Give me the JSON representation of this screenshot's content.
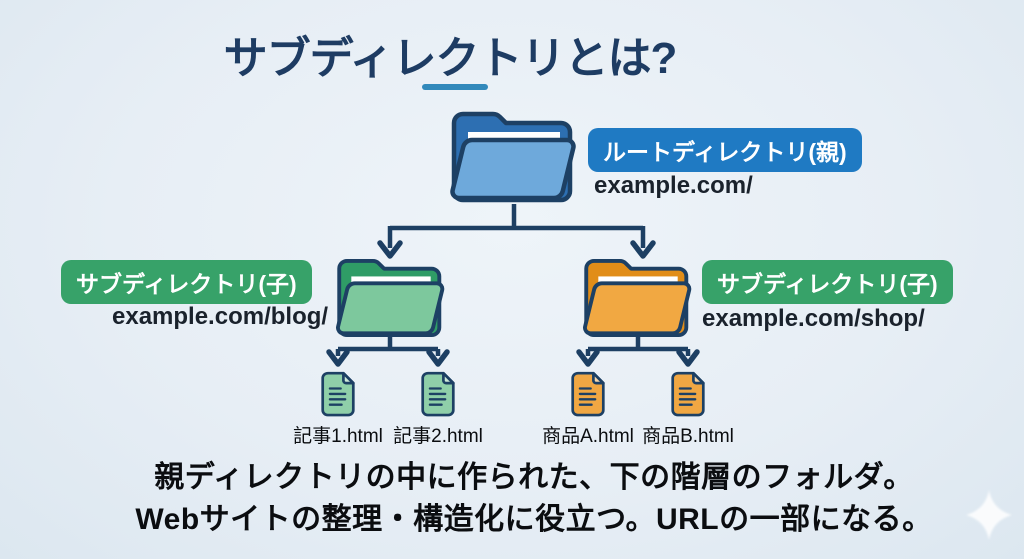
{
  "page": {
    "title": "サブディレクトリとは?"
  },
  "tree": {
    "root": {
      "label": "ルートディレクトリ(親)",
      "url": "example.com/",
      "icon": "folder-open-icon",
      "color_theme": "blue"
    },
    "children": [
      {
        "label": "サブディレクトリ(子)",
        "url": "example.com/blog/",
        "icon": "folder-open-icon",
        "color_theme": "green",
        "files": [
          {
            "name": "記事1.html",
            "icon": "document-icon"
          },
          {
            "name": "記事2.html",
            "icon": "document-icon"
          }
        ]
      },
      {
        "label": "サブディレクトリ(子)",
        "url": "example.com/shop/",
        "icon": "folder-open-icon",
        "color_theme": "orange",
        "files": [
          {
            "name": "商品A.html",
            "icon": "document-icon"
          },
          {
            "name": "商品B.html",
            "icon": "document-icon"
          }
        ]
      }
    ]
  },
  "footer": {
    "line1": "親ディレクトリの中に作られた、下の階層のフォルダ。",
    "line2": "Webサイトの整理・構造化に役立つ。URLの一部になる。"
  },
  "decorations": {
    "bottom_right": "sparkle-icon"
  },
  "colors": {
    "background_inner": "#eef4f9",
    "background_outer": "#dce7f0",
    "title_navy": "#1e3c63",
    "underline_teal": "#3289bb",
    "connector_navy": "#1d3f63",
    "outline_navy": "#1d4064",
    "root_badge_bg": "#1f7ac3",
    "sub_badge_bg": "#37a269",
    "badge_text": "#ffffff",
    "folder_blue_back": "#2d6fb2",
    "folder_blue_front": "#6ea9db",
    "folder_green_back": "#2f9c66",
    "folder_green_front": "#7dc89d",
    "folder_orange_back": "#e18d18",
    "folder_orange_front": "#f1a842",
    "file_green": "#8fcfa9",
    "file_orange": "#f0a743",
    "paper_white": "#ffffff",
    "url_text": "#1a222c",
    "footer_text": "#0b0d10"
  }
}
